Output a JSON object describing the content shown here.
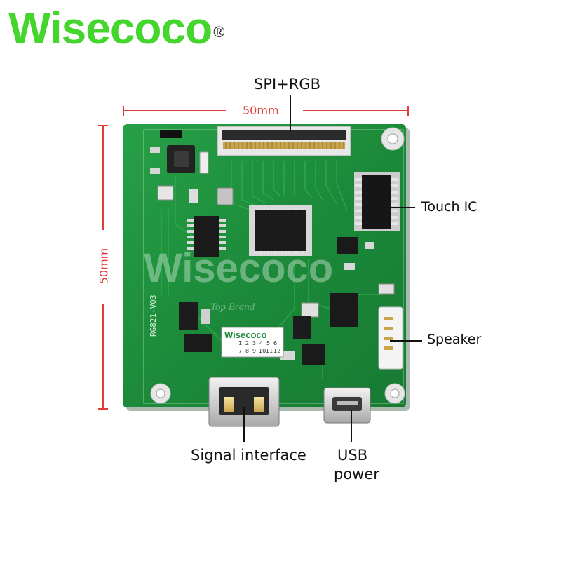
{
  "brand": {
    "name": "Wisecoco",
    "registered": "®",
    "color": "#44d62c"
  },
  "dimensions": {
    "width_label": "50mm",
    "height_label": "50mm",
    "line_color": "#e53935"
  },
  "callouts": {
    "spi_rgb": "SPI+RGB",
    "touch_ic": "Touch IC",
    "speaker": "Speaker",
    "signal_interface": "Signal interface",
    "usb_line1": "USB",
    "usb_line2": "power"
  },
  "board": {
    "pcb_color": "#1f8a3c",
    "silkscreen_model": "RG821-V03",
    "sticker_brand": "Wisecoco",
    "sticker_numbers": [
      "1",
      "2",
      "3",
      "4",
      "5",
      "6",
      "7",
      "8",
      "9",
      "10",
      "11",
      "12"
    ],
    "watermark": "Wisecoco",
    "watermark_sub": "Top Brand"
  }
}
